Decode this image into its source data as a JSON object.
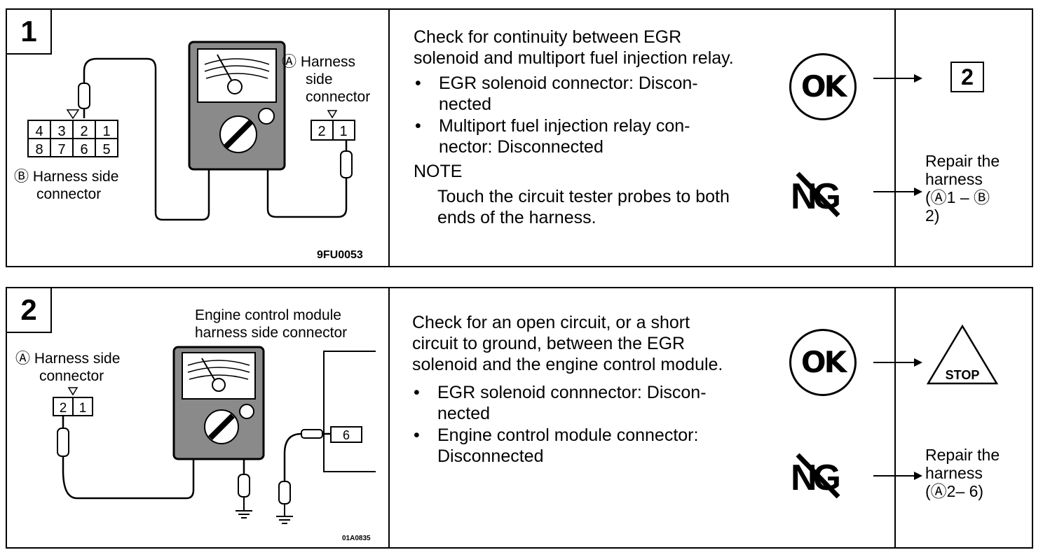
{
  "step1": {
    "number": "1",
    "label_a": "Ⓐ Harness",
    "label_a2": "side",
    "label_a3": "connector",
    "label_b": "Ⓑ Harness side",
    "label_b2": "connector",
    "pins_b_top": [
      "4",
      "3",
      "2",
      "1"
    ],
    "pins_b_bottom": [
      "8",
      "7",
      "6",
      "5"
    ],
    "pins_a": [
      "2",
      "1"
    ],
    "figure_code": "9FU0053",
    "text": "Check for continuity between EGR solenoid and multiport fuel injection relay.",
    "bullets": [
      "EGR solenoid connector: Discon- nected",
      "Multiport fuel injection relay con- nector: Disconnected"
    ],
    "note_title": "NOTE",
    "note_body": "Touch the circuit tester probes to both ends of the harness.",
    "ok_label": "OK",
    "ok_target": "2",
    "ng_label": "NG",
    "ng_action": [
      "Repair the",
      "harness",
      "(Ⓐ1 – Ⓑ",
      "2)"
    ]
  },
  "step2": {
    "number": "2",
    "label_ecm1": "Engine control module",
    "label_ecm2": "harness  side  connector",
    "label_a": "Ⓐ Harness side",
    "label_a2": "connector",
    "pins_a": [
      "2",
      "1"
    ],
    "pin_ecm": "6",
    "figure_code": "01A0835",
    "text": "Check for an open circuit, or a short circuit to ground, between the EGR solenoid and the engine control module.",
    "bullets": [
      "EGR solenoid connnector: Discon- nected",
      "Engine control module connector: Disconnected"
    ],
    "ok_label": "OK",
    "stop_label": "STOP",
    "ng_label": "NG",
    "ng_action": [
      "Repair the",
      "harness",
      "(Ⓐ2– 6)"
    ]
  }
}
